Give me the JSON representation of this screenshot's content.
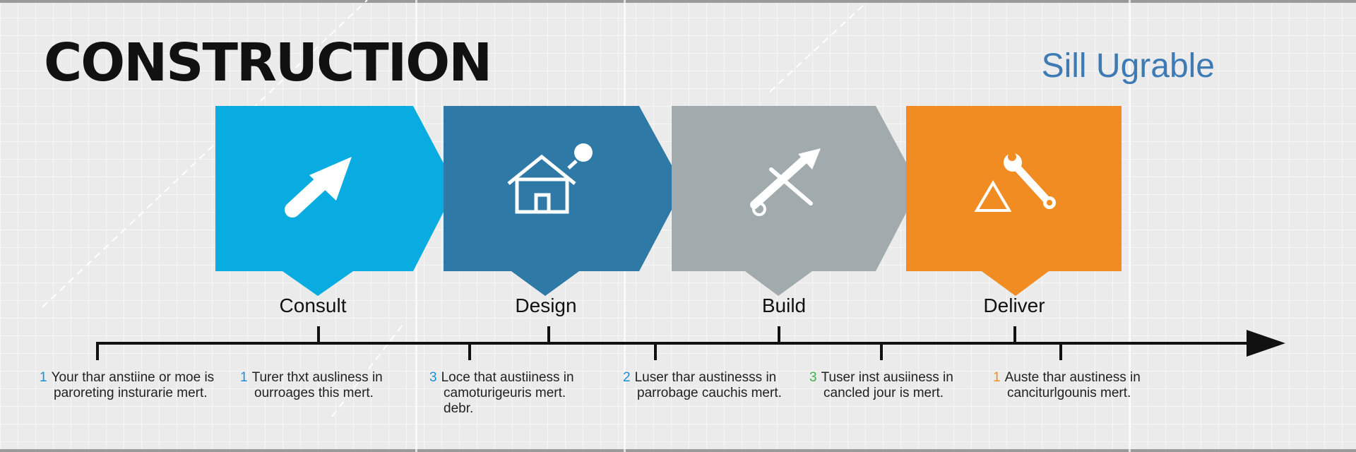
{
  "title": "CONSTRUCTION",
  "brand": "Sill Ugrable",
  "stages": [
    {
      "id": "consult",
      "label": "Consult",
      "color": "#08ace0",
      "icon": "trowel-icon"
    },
    {
      "id": "design",
      "label": "Design",
      "color": "#2e79a5",
      "icon": "house-icon"
    },
    {
      "id": "build",
      "label": "Build",
      "color": "#a1abad",
      "icon": "tools-icon"
    },
    {
      "id": "deliver",
      "label": "Deliver",
      "color": "#f18c23",
      "icon": "wrench-icon"
    }
  ],
  "notes": [
    {
      "num": "1",
      "num_color": "#1a8fd6",
      "line1": "Your thar anstiine or moe is",
      "line2": "paroreting insturarie mert.",
      "line3": ""
    },
    {
      "num": "1",
      "num_color": "#1a8fd6",
      "line1": "Turer thxt ausliness in",
      "line2": "ourroages this mert.",
      "line3": ""
    },
    {
      "num": "3",
      "num_color": "#1a8fd6",
      "line1": "Loce that austiiness in",
      "line2": "camoturigeuris mert.",
      "line3": "debr."
    },
    {
      "num": "2",
      "num_color": "#1a8fd6",
      "line1": "Luser thar austinesss in",
      "line2": "parrobage cauchis mert.",
      "line3": ""
    },
    {
      "num": "3",
      "num_color": "#3cb34a",
      "line1": "Tuser inst ausiiness in",
      "line2": "cancled jour is mert.",
      "line3": ""
    },
    {
      "num": "1",
      "num_color": "#f18c23",
      "line1": "Auste thar austiness in",
      "line2": "canciturlgounis mert.",
      "line3": ""
    }
  ]
}
